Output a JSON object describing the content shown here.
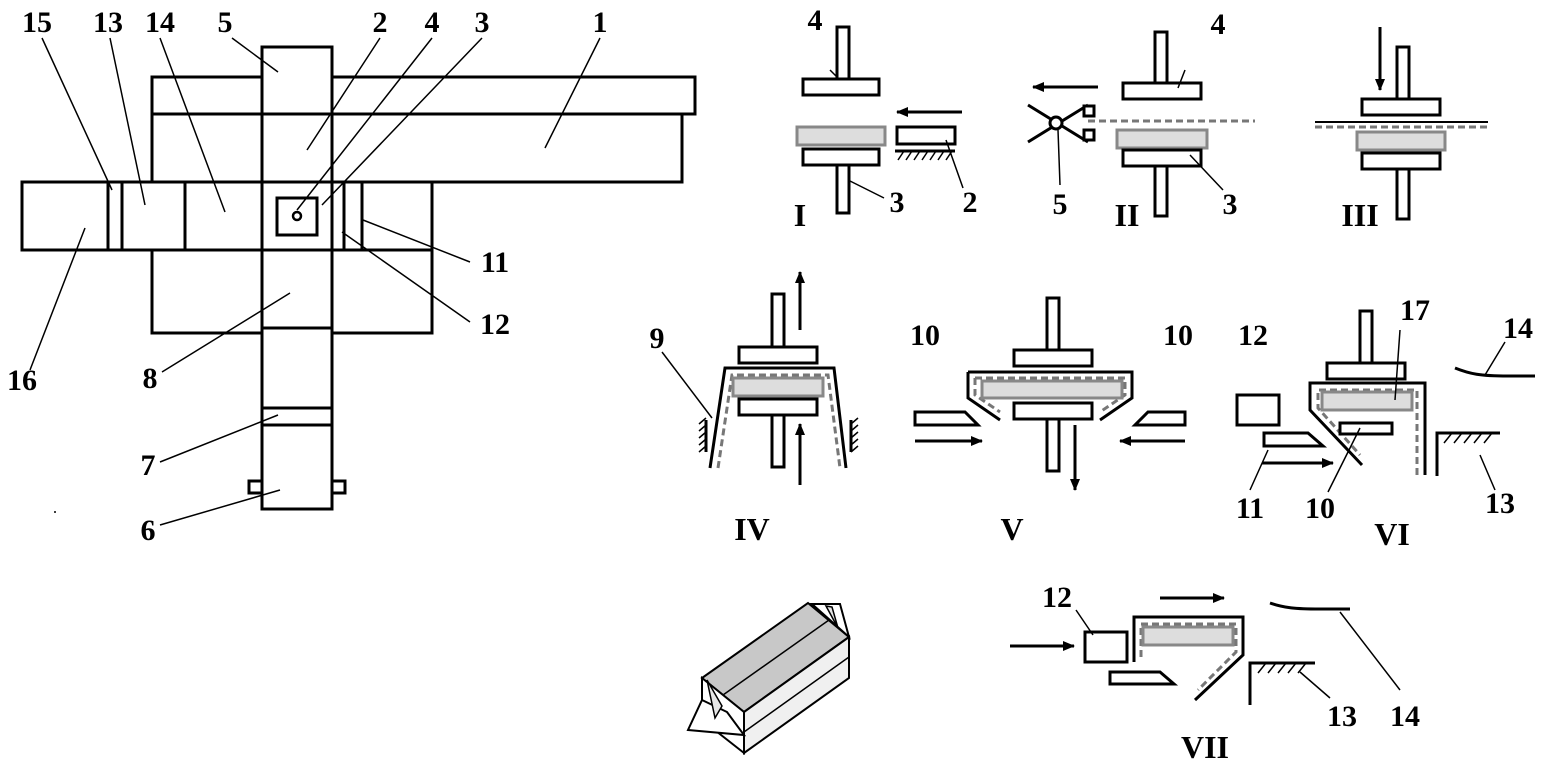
{
  "plan_view": {
    "callouts": [
      "1",
      "2",
      "3",
      "4",
      "5",
      "6",
      "7",
      "8",
      "11",
      "12",
      "13",
      "14",
      "15",
      "16"
    ]
  },
  "stages": {
    "s1": {
      "label": "I",
      "callouts": [
        "4",
        "3",
        "2"
      ]
    },
    "s2": {
      "label": "II",
      "callouts": [
        "4",
        "5",
        "3"
      ]
    },
    "s3": {
      "label": "III",
      "callouts": []
    },
    "s4": {
      "label": "IV",
      "callouts": [
        "9"
      ]
    },
    "s5": {
      "label": "V",
      "callouts": [
        "10",
        "10"
      ]
    },
    "s6": {
      "label": "VI",
      "callouts": [
        "12",
        "17",
        "14",
        "11",
        "10",
        "13"
      ]
    },
    "s7": {
      "label": "VII",
      "callouts": [
        "12",
        "13",
        "14"
      ]
    }
  },
  "colors": {
    "line": "#000000",
    "product_fill": "#dddddd",
    "product_edge": "#888888",
    "wrapper_dash": "#777777",
    "box_top": "#c8c8c8",
    "box_side": "#f0f0f0"
  },
  "icons": [
    "arrow-icon",
    "gripper-icon",
    "hatch-icon",
    "package-icon"
  ]
}
